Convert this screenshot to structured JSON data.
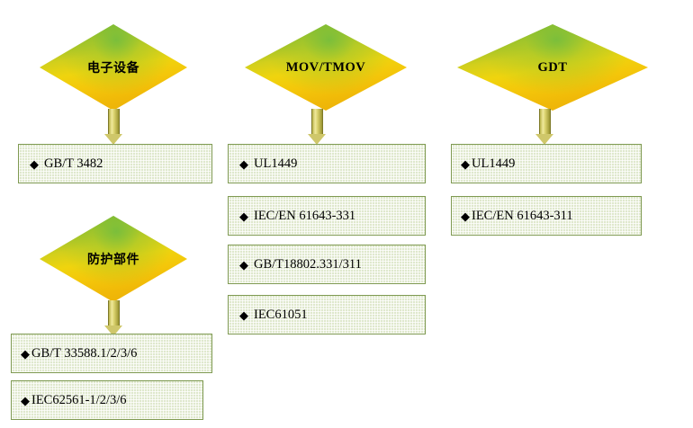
{
  "diagram": {
    "title": "Surge protection standards diagram",
    "colors": {
      "node_gradient_start": "#2f9b3f",
      "node_gradient_end": "#e9ae06",
      "box_fill": "#dfe8cd",
      "box_border": "#7f9a52",
      "arrow_fill": "#cfc76a"
    },
    "columns": [
      {
        "node": {
          "label": "电子设备",
          "script": "cjk"
        },
        "items": [
          {
            "bullet": "◆",
            "text": "GB/T 3482"
          }
        ]
      },
      {
        "node": {
          "label": "MOV/TMOV",
          "script": "latin"
        },
        "items": [
          {
            "bullet": "◆",
            "text": "UL1449"
          },
          {
            "bullet": "◆",
            "text": "IEC/EN 61643-331"
          },
          {
            "bullet": "◆",
            "text": "GB/T18802.331/311"
          },
          {
            "bullet": "◆",
            "text": "IEC61051"
          }
        ]
      },
      {
        "node": {
          "label": "GDT",
          "script": "latin"
        },
        "items": [
          {
            "bullet": "◆",
            "text": "UL1449"
          },
          {
            "bullet": "◆",
            "text": "IEC/EN 61643-311"
          }
        ]
      },
      {
        "node": {
          "label": "防护部件",
          "script": "cjk"
        },
        "items": [
          {
            "bullet": "◆",
            "text": "GB/T 33588.1/2/3/6"
          },
          {
            "bullet": "◆",
            "text": "IEC62561-1/2/3/6"
          }
        ]
      }
    ]
  }
}
